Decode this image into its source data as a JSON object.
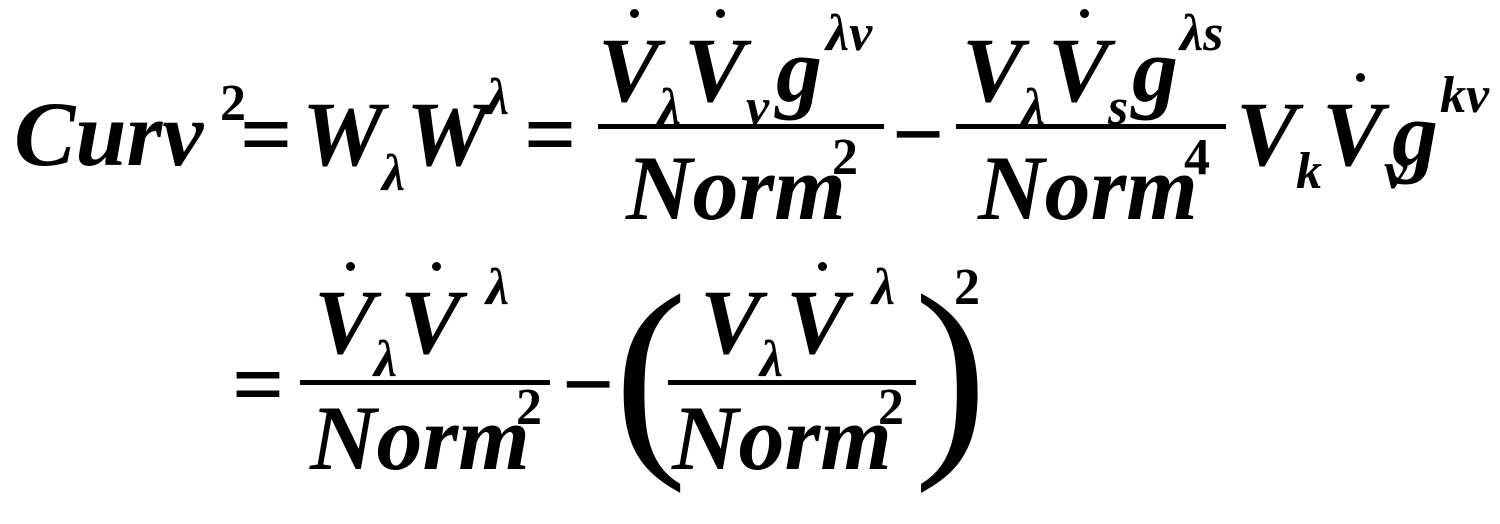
{
  "equation": {
    "line1": {
      "curv": "Curv",
      "curv_exp": "2",
      "eq1": "=",
      "W1": "W",
      "W1_sub": "λ",
      "W2": "W",
      "W2_sup": "λ",
      "eq2": "=",
      "frac1_num": {
        "V1": "V",
        "V1_sub": "λ",
        "V2": "V",
        "V2_sub": "ν",
        "g": "g",
        "g_sup": "λν"
      },
      "frac1_den": {
        "norm": "Norm",
        "exp": "2"
      },
      "minus": "−",
      "frac2_num": {
        "V1": "V",
        "V1_sub": "λ",
        "V2": "V",
        "V2_sub": "s",
        "g": "g",
        "g_sup": "λs"
      },
      "frac2_den": {
        "norm": "Norm",
        "exp": "4"
      },
      "tail": {
        "V1": "V",
        "V1_sub": "k",
        "V2": "V",
        "V2_sub": "ν",
        "g": "g",
        "g_sup": "kν"
      }
    },
    "line2": {
      "eq": "=",
      "frac3_num": {
        "V1": "V",
        "V1_sub": "λ",
        "V2": "V",
        "V2_sup": "λ"
      },
      "frac3_den": {
        "norm": "Norm",
        "exp": "2"
      },
      "minus": "−",
      "lparen": "(",
      "frac4_num": {
        "V1": "V",
        "V1_sub": "λ",
        "V2": "V",
        "V2_sup": "λ"
      },
      "frac4_den": {
        "norm": "Norm",
        "exp": "2"
      },
      "rparen": ")",
      "outer_exp": "2"
    }
  }
}
